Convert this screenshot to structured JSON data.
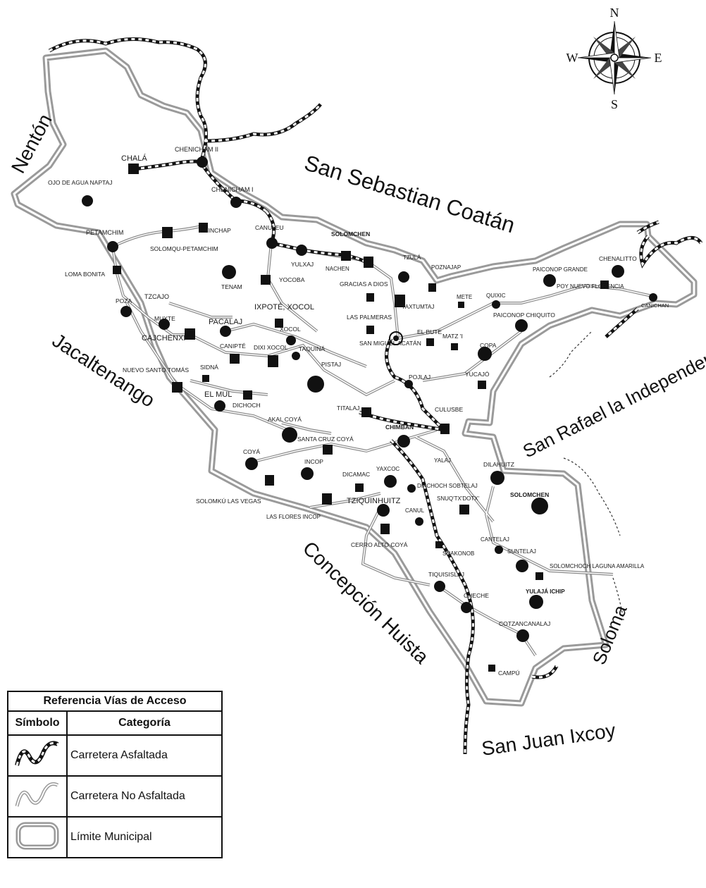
{
  "compass": {
    "n": "N",
    "s": "S",
    "e": "E",
    "w": "W"
  },
  "neighbors": {
    "nenton": "Nentón",
    "san_sebastian": "San Sebastian Coatán",
    "jacaltenango": "Jacaltenango",
    "san_rafael": "San Rafael la Independencia",
    "concepcion": "Concepción Huista",
    "soloma": "Soloma",
    "san_juan": "San Juan Ixcoy"
  },
  "places": [
    {
      "id": "chala",
      "label": "CHALÁ"
    },
    {
      "id": "chenicham2",
      "label": "CHENICHAM II"
    },
    {
      "id": "chenicham1",
      "label": "CHENICHAM I"
    },
    {
      "id": "ojo",
      "label": "OJO DE AGUA NAPTAJ"
    },
    {
      "id": "petamchim",
      "label": "PETAMCHIM"
    },
    {
      "id": "solomqu_pet",
      "label": "SOLOMQU-PETAMCHIM"
    },
    {
      "id": "yinchap",
      "label": "YINCHAP"
    },
    {
      "id": "lomabonita",
      "label": "LOMA BONITA"
    },
    {
      "id": "tenam",
      "label": "TENAM"
    },
    {
      "id": "canuleu",
      "label": "CANULEU"
    },
    {
      "id": "yulxaj",
      "label": "YULXAJ"
    },
    {
      "id": "yocoba",
      "label": "YOCOBA"
    },
    {
      "id": "solomchen_n",
      "label": "SOLOMCHEN"
    },
    {
      "id": "nachen",
      "label": "NACHEN"
    },
    {
      "id": "tzula",
      "label": "TZULÁ"
    },
    {
      "id": "poznajap",
      "label": "POZNAJAP"
    },
    {
      "id": "gracias",
      "label": "GRACIAS A DIOS"
    },
    {
      "id": "yaxtumtaj",
      "label": "YAXTUMTAJ"
    },
    {
      "id": "laspalmeras",
      "label": "LAS PALMERAS"
    },
    {
      "id": "poza",
      "label": "POZA"
    },
    {
      "id": "tzcajo",
      "label": "TZCAJO"
    },
    {
      "id": "muxte",
      "label": "MUXTE"
    },
    {
      "id": "cajchenxi",
      "label": "CAJCHENXI"
    },
    {
      "id": "pacalaj",
      "label": "PACALAJ"
    },
    {
      "id": "ixpote",
      "label": "IXPOTÉ, XOCOL"
    },
    {
      "id": "xocol",
      "label": "XOCOL"
    },
    {
      "id": "dixxocol",
      "label": "DIXI XOCOL"
    },
    {
      "id": "taquina",
      "label": "TAQUINÁ"
    },
    {
      "id": "pistaj",
      "label": "PISTAJ"
    },
    {
      "id": "canipte",
      "label": "CANIPTÉ"
    },
    {
      "id": "nuevosto",
      "label": "NUEVO SANTO TOMÁS"
    },
    {
      "id": "sidna",
      "label": "SIDNÁ"
    },
    {
      "id": "elmul",
      "label": "EL MUL"
    },
    {
      "id": "dichoch",
      "label": "DICHOCH"
    },
    {
      "id": "sanmiguel",
      "label": "SAN MIGUEL ACATÁN"
    },
    {
      "id": "elbute",
      "label": "EL BUTE"
    },
    {
      "id": "matz",
      "label": "MATZ 'I"
    },
    {
      "id": "copa",
      "label": "COPA"
    },
    {
      "id": "yucajo",
      "label": "YUCAJÓ"
    },
    {
      "id": "pojlaj",
      "label": "POJLAJ"
    },
    {
      "id": "mete",
      "label": "METE"
    },
    {
      "id": "quixic",
      "label": "QUIXIC"
    },
    {
      "id": "paichiq",
      "label": "PAICONOP CHIQUITO"
    },
    {
      "id": "paigrande",
      "label": "PAICONOP GRANDE"
    },
    {
      "id": "chenalito",
      "label": "CHENALITTO"
    },
    {
      "id": "poynuevo",
      "label": "POY NUEVO FLORENCIA"
    },
    {
      "id": "canichan",
      "label": "CANICHAN"
    },
    {
      "id": "titalaj",
      "label": "TITALAJ"
    },
    {
      "id": "culusbe",
      "label": "CULUSBE"
    },
    {
      "id": "chimban",
      "label": "CHIMBÁN"
    },
    {
      "id": "akal",
      "label": "AKAL COYÁ"
    },
    {
      "id": "santacruz",
      "label": "SANTA CRUZ COYÁ"
    },
    {
      "id": "coya",
      "label": "COYÁ"
    },
    {
      "id": "incop",
      "label": "INCOP"
    },
    {
      "id": "dicamac",
      "label": "DICAMAC"
    },
    {
      "id": "yaxcoc",
      "label": "YAXCOC"
    },
    {
      "id": "yalaj",
      "label": "YALAJ"
    },
    {
      "id": "dixchoch",
      "label": "DIXCHOCH SOBTELAJ"
    },
    {
      "id": "snuqtx",
      "label": "SNUQ'TX'DOTX'"
    },
    {
      "id": "canul",
      "label": "CANUL"
    },
    {
      "id": "dilahuitz",
      "label": "DILAHUITZ"
    },
    {
      "id": "solomchen_s",
      "label": "SOLOMCHEN"
    },
    {
      "id": "solomlas",
      "label": "SOLOMKÚ LAS VEGAS"
    },
    {
      "id": "lasflores",
      "label": "LAS FLORES INCOP"
    },
    {
      "id": "tziquin",
      "label": "TZIQUINHUITZ"
    },
    {
      "id": "cerro",
      "label": "CERRO ALTO COYÁ"
    },
    {
      "id": "snakonob",
      "label": "SNAKONOB"
    },
    {
      "id": "cantelaj",
      "label": "CANTELAJ"
    },
    {
      "id": "suntelaj",
      "label": "SUNTELAJ"
    },
    {
      "id": "lagunaam",
      "label": "SOLOMCHOCH LAGUNA AMARILLA"
    },
    {
      "id": "tiquisislaj",
      "label": "TIQUISISLAJ"
    },
    {
      "id": "cheche",
      "label": "CHECHE"
    },
    {
      "id": "yulaja",
      "label": "YULAJÁ ICHIP"
    },
    {
      "id": "cotzan",
      "label": "COTZANCANALAJ"
    },
    {
      "id": "campu",
      "label": "CAMPÚ"
    }
  ],
  "legend": {
    "title": "Referencia Vías de Acceso",
    "col_symbol": "Símbolo",
    "col_category": "Categoría",
    "rows": [
      {
        "category": "Carretera Asfaltada",
        "symbol": "paved-road"
      },
      {
        "category": "Carretera No Asfaltada",
        "symbol": "unpaved-road"
      },
      {
        "category": "Límite Municipal",
        "symbol": "municipal-boundary"
      }
    ]
  },
  "colors": {
    "boundary": "#9a9a9a",
    "ink": "#111111",
    "unpaved": "#9a9a9a"
  }
}
